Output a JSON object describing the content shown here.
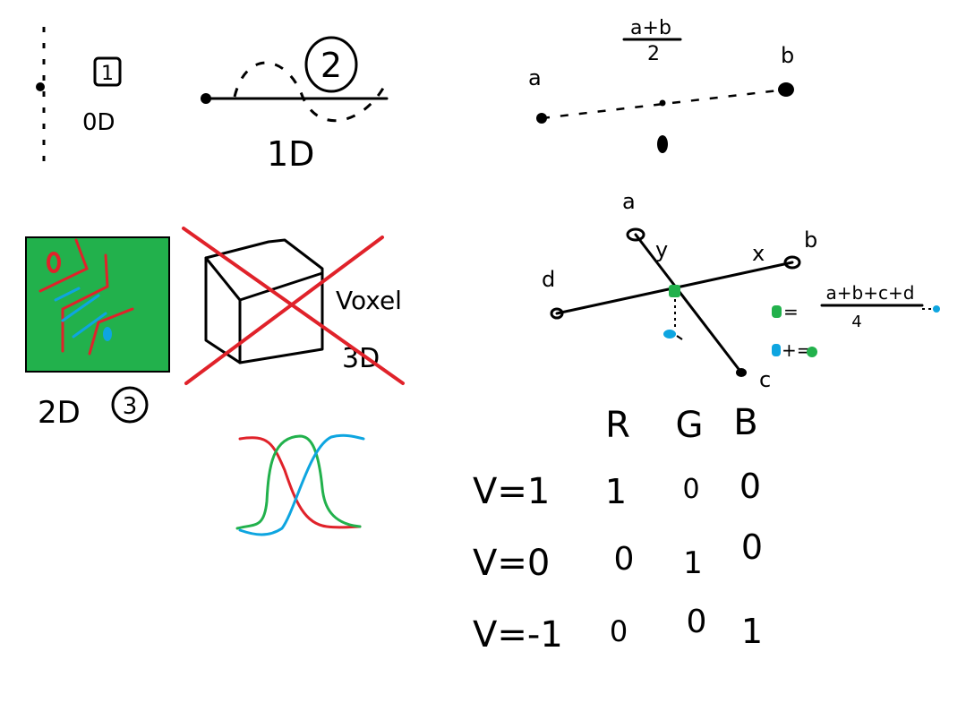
{
  "colors": {
    "ink": "#000000",
    "red": "#e0222a",
    "green": "#22b14c",
    "blue": "#0ea5e0",
    "background": "#ffffff"
  },
  "zero_d": {
    "marker": "1",
    "label": "0D"
  },
  "one_d": {
    "marker": "2",
    "label": "1D"
  },
  "two_d": {
    "marker": "3",
    "label": "2D"
  },
  "three_d": {
    "word": "Voxel",
    "label": "3D",
    "crossed_out": true
  },
  "midpoint": {
    "formula_numerator": "a+b",
    "formula_denominator": "2",
    "point_a": "a",
    "point_b": "b"
  },
  "quad": {
    "point_a": "a",
    "point_b": "b",
    "point_c": "c",
    "point_d": "d",
    "axis_x": "x",
    "axis_y": "y",
    "eq_green": "=",
    "formula_numerator": "a+b+c+d",
    "formula_denominator": "4",
    "eq_blue": "+="
  },
  "rgb_table": {
    "headers": [
      "R",
      "G",
      "B"
    ],
    "rows": [
      {
        "label": "V=1",
        "values": [
          "1",
          "0",
          "0"
        ]
      },
      {
        "label": "V=0",
        "values": [
          "0",
          "1",
          "0"
        ]
      },
      {
        "label": "V=-1",
        "values": [
          "0",
          "0",
          "1"
        ]
      }
    ]
  }
}
